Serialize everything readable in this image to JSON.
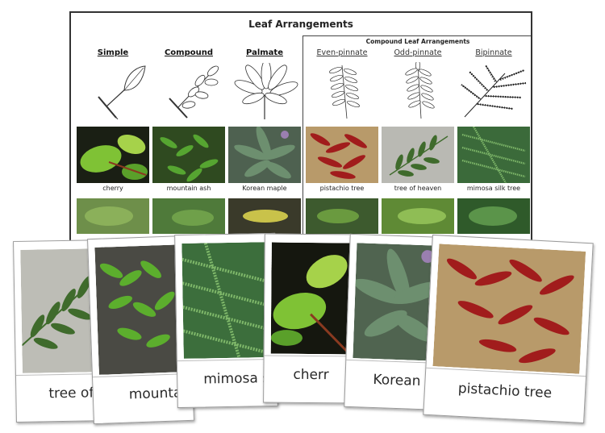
{
  "poster": {
    "title": "Leaf Arrangements",
    "columns": [
      "Simple",
      "Compound",
      "Palmate"
    ],
    "compound_box_title": "Compound Leaf Arrangements",
    "compound_columns": [
      "Even-pinnate",
      "Odd-pinnate",
      "Bipinnate"
    ],
    "captions": [
      "cherry",
      "mountain ash",
      "Korean maple",
      "pistachio tree",
      "tree of heaven",
      "mimosa silk tree"
    ]
  },
  "cards": [
    {
      "label": "tree of h"
    },
    {
      "label": "mounta"
    },
    {
      "label": "mimosa s"
    },
    {
      "label": "cherr"
    },
    {
      "label": "Korean m"
    },
    {
      "label": "pistachio tree"
    }
  ],
  "colors": {
    "leaf_green": "#4f9a33",
    "leaf_light": "#a6d24a",
    "maple_gray_green": "#6d8f6f",
    "pistachio_red": "#a11c1c",
    "soil_tan": "#b89a6a"
  }
}
